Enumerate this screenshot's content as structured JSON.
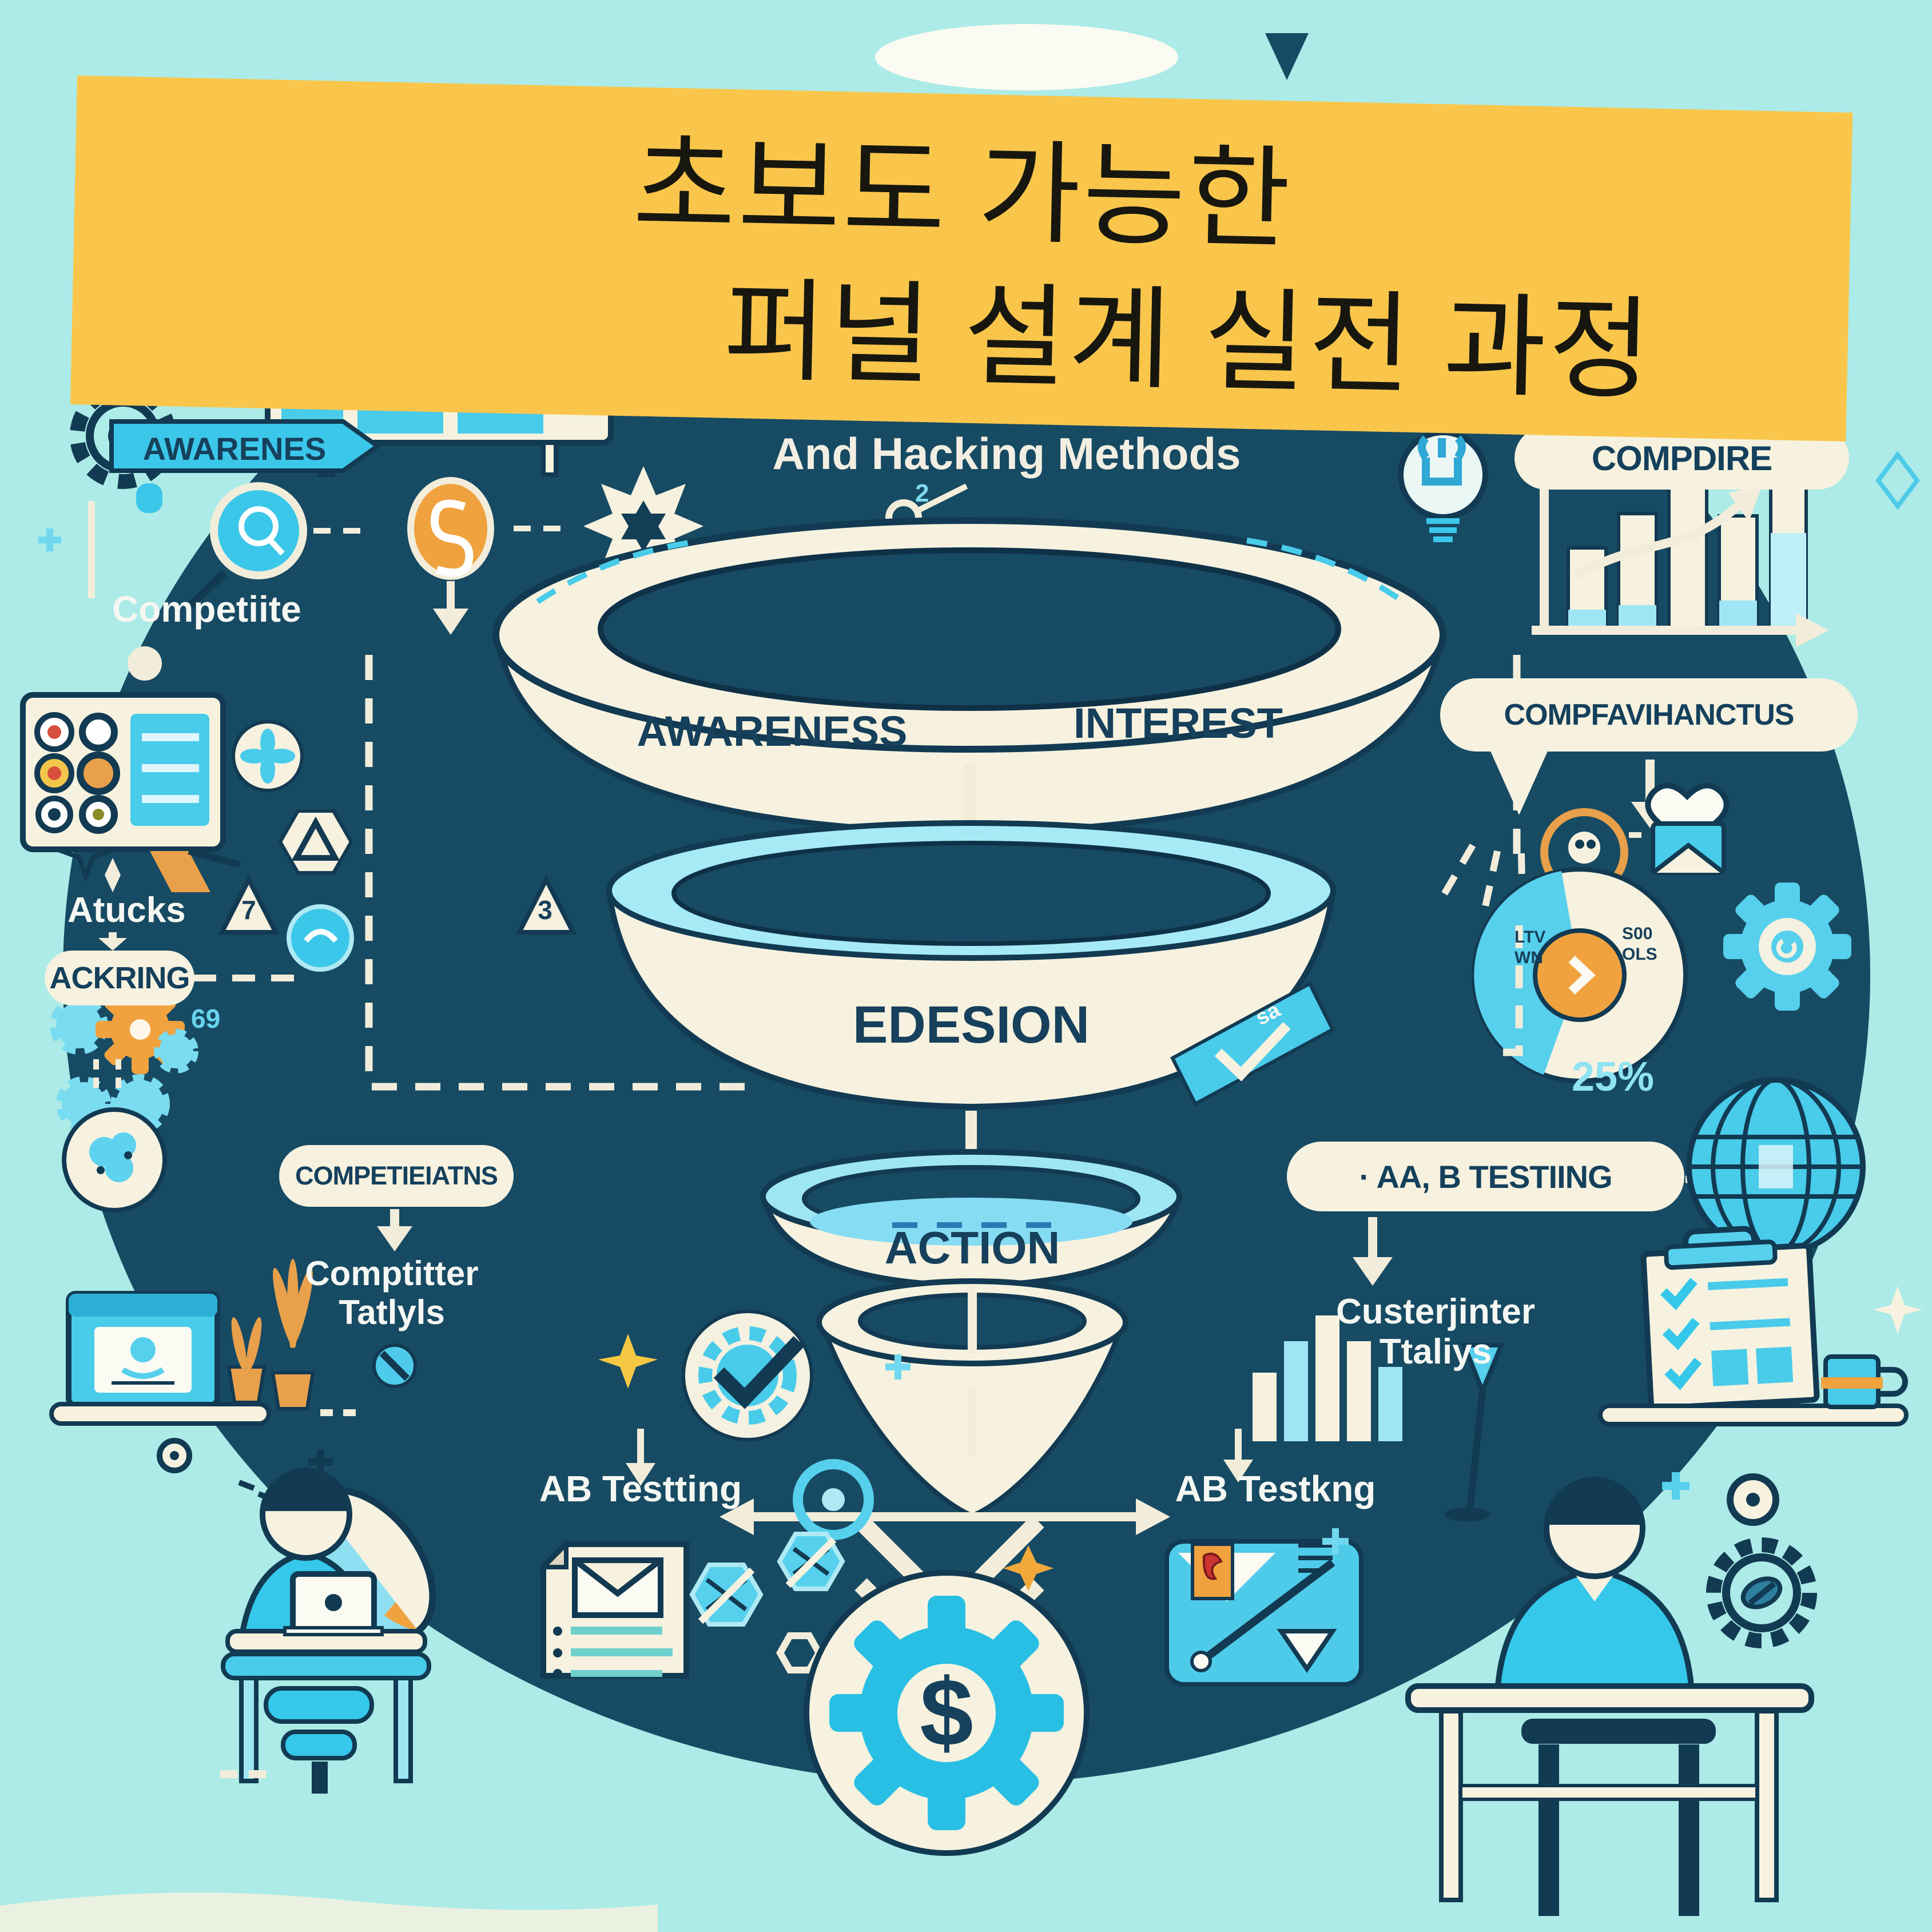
{
  "title": {
    "line1": "초보도 가능한",
    "line2": "퍼널 설계 실전 과정"
  },
  "subtitle": "And Hacking Methods",
  "funnel": {
    "stage1_left": "AWARENESS",
    "stage1_right": "INTEREST",
    "stage2": "EDESION",
    "stage3": "ACTION"
  },
  "left": {
    "ribbon": "AWARENES",
    "competiite": "Competiite",
    "atucks": "Atucks",
    "ackring": "ACKRING",
    "competieiatns": "COMPETIEIATNS",
    "comptitter_line1": "Comptitter",
    "comptitter_line2": "Tatlyls",
    "ab_testing": "AB Testting"
  },
  "right": {
    "compdire": "COMPDIRE",
    "compfavihanctus": "COMPFAVIHANCTUS",
    "ab_pill": "· AA, B TESTIING",
    "custerjinter_line1": "Custerjinter",
    "custerjinter_line2": "Ttaliys",
    "ab_testkng": "AB Testkng",
    "percent": "25%"
  },
  "pie": {
    "left_top": "LTV",
    "left_bottom": "WN",
    "right_top": "S00",
    "right_bottom": "OLS"
  },
  "deco": {
    "two": "2",
    "sixtynine": "69",
    "seven": "7",
    "three": "3",
    "dollar": "$",
    "sa": "sa"
  },
  "colors": {
    "background": "#ACEBE7",
    "blob": "#174A63",
    "banner": "#F9C64B",
    "cream": "#F6F2DF",
    "cyan": "#35C8EA",
    "orange": "#F0A23F",
    "navy_text": "#16405B"
  }
}
